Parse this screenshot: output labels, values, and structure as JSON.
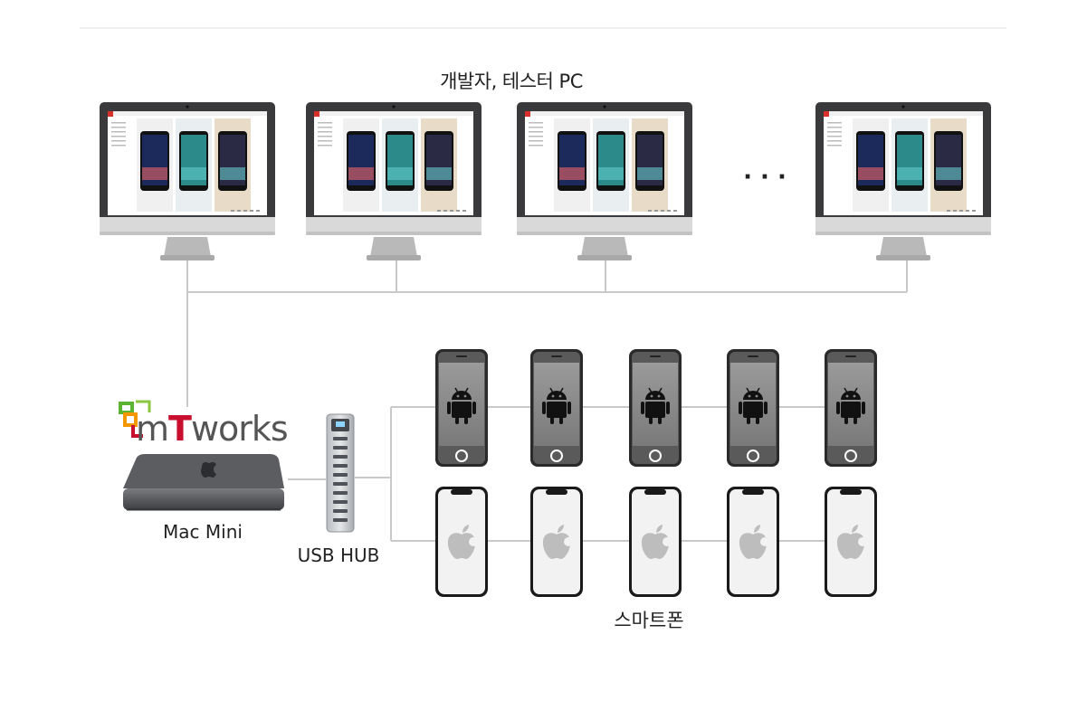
{
  "captions": {
    "pcs": "개발자, 테스터 PC",
    "phones": "스마트폰",
    "hub": "USB HUB",
    "mac": "Mac Mini"
  },
  "brand": {
    "prefix": "m",
    "accent": "T",
    "suffix": "works"
  },
  "ellipsis": "· · ·",
  "colors": {
    "line": "#c9c9c9",
    "monitor_bezel": "#3a3a3c",
    "android_phone": "#888888",
    "iphone_screen": "#f2f2f2",
    "brand_red": "#c8102e",
    "brand_green": "#5cb531",
    "brand_orange": "#f39800"
  },
  "monitors": [
    {
      "name": "pc-1"
    },
    {
      "name": "pc-2"
    },
    {
      "name": "pc-3"
    },
    {
      "name": "pc-4"
    }
  ],
  "android_phones": [
    1,
    2,
    3,
    4,
    5
  ],
  "iphones": [
    1,
    2,
    3,
    4,
    5
  ]
}
